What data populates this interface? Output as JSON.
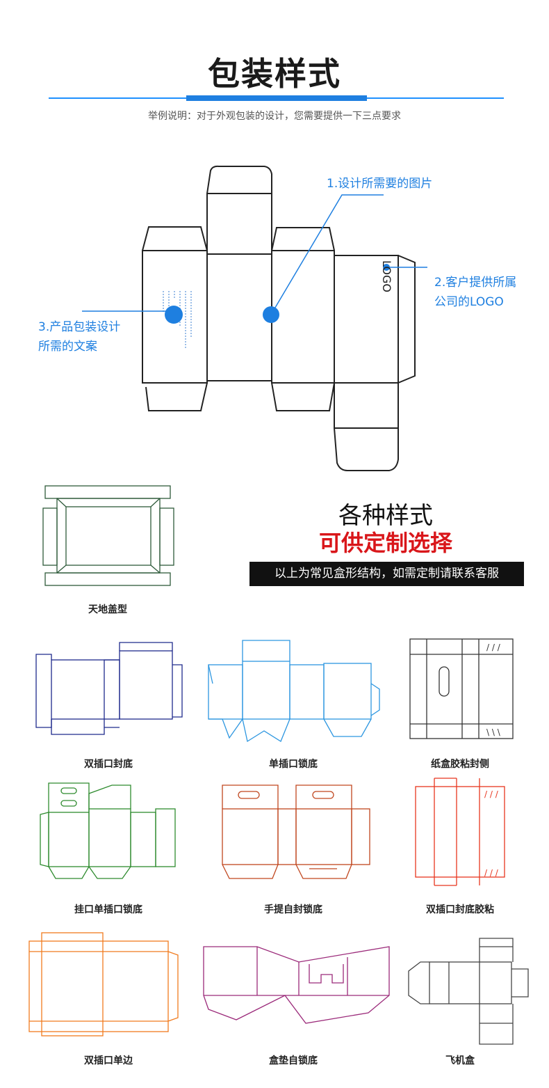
{
  "header": {
    "title": "包装样式",
    "subtitle": "举例说明：对于外观包装的设计，您需要提供一下三点要求"
  },
  "diagram": {
    "callout_1": "1.设计所需要的图片",
    "callout_2_line1": "2.客户提供所属",
    "callout_2_line2": "公司的LOGO",
    "callout_3_line1": "3.产品包装设计",
    "callout_3_line2": "所需的文案",
    "logo_text": "LOGO",
    "accent_color": "#1e7fe0"
  },
  "promo": {
    "line1": "各种样式",
    "line2": "可供定制选择",
    "banner": "以上为常见盒形结构，如需定制请联系客服"
  },
  "styles": [
    {
      "label": "天地盖型",
      "color": "#2e5a3a"
    },
    {
      "label": "双插口封底",
      "color": "#1e2a8c"
    },
    {
      "label": "单插口锁底",
      "color": "#2c96e0"
    },
    {
      "label": "纸盒胶粘封侧",
      "color": "#333333"
    },
    {
      "label": "挂口单插口锁底",
      "color": "#2e8b2e"
    },
    {
      "label": "手提自封锁底",
      "color": "#c0461e"
    },
    {
      "label": "双插口封底胶粘",
      "color": "#e8351e"
    },
    {
      "label": "双插口单边",
      "color": "#f07b1e"
    },
    {
      "label": "盒垫自锁底",
      "color": "#9b2a7a"
    },
    {
      "label": "飞机盒",
      "color": "#444444"
    }
  ]
}
